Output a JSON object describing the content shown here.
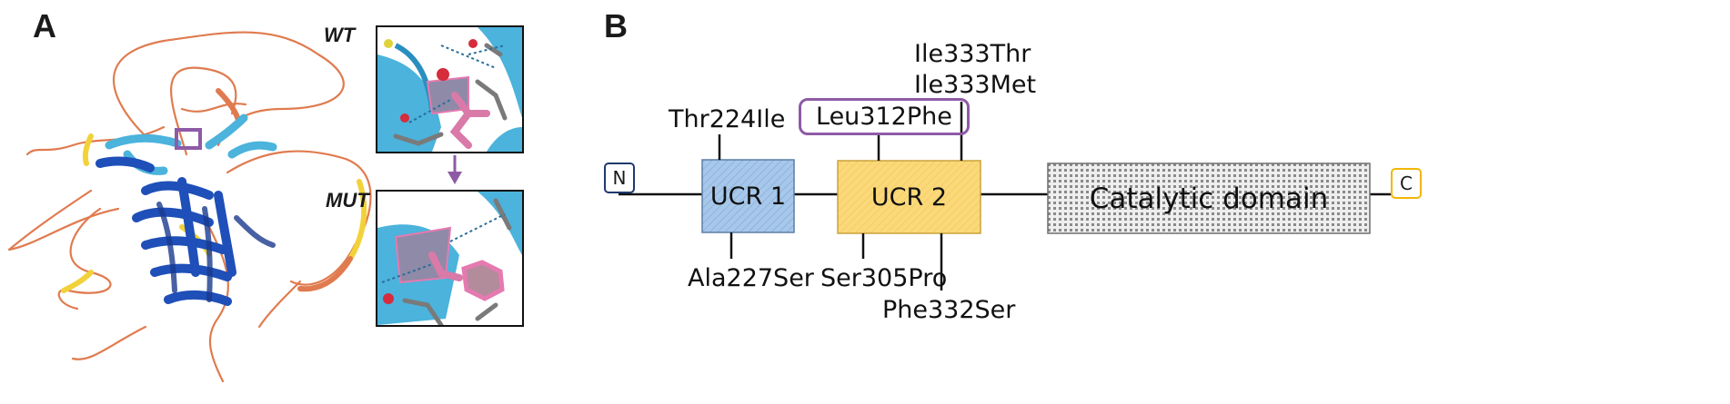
{
  "panel_a": {
    "letter": "A",
    "wt_label": "WT",
    "mut_label": "MUT"
  },
  "panel_b": {
    "letter": "B",
    "n_terminus": "N",
    "c_terminus": "C",
    "domains": {
      "ucr1": "UCR 1",
      "ucr2": "UCR 2",
      "catalytic": "Catalytic domain"
    },
    "mutations_above": {
      "thr224ile": "Thr224Ile",
      "leu312phe": "Leu312Phe",
      "ile333thr": "Ile333Thr",
      "ile333met": "Ile333Met"
    },
    "mutations_below": {
      "ala227ser": "Ala227Ser",
      "ser305pro": "Ser305Pro",
      "phe332ser": "Phe332Ser"
    }
  },
  "colors": {
    "ucr1_fill": "#a7c8ea",
    "ucr2_fill": "#fbd97a",
    "catalytic_fill": "#d9d9d9",
    "highlight_purple": "#8e5aa6",
    "n_border": "#1f3a6e",
    "c_border": "#f2b705",
    "helix_blue": "#1f4fb8",
    "helix_light": "#4bb3dc",
    "coil_orange": "#e07b4f",
    "coil_yellow": "#f2d23a",
    "residue_pink": "#e57ab0"
  }
}
